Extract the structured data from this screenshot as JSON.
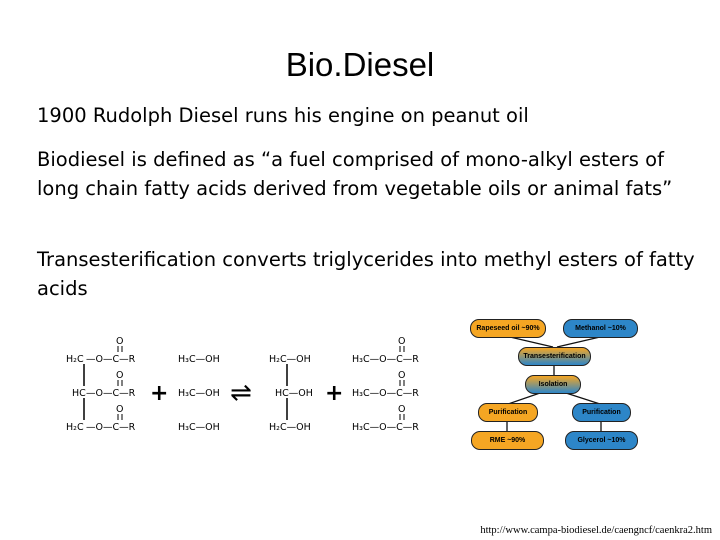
{
  "title": "Bio.Diesel",
  "bullets": [
    "1900 Rudolph Diesel runs his engine on peanut oil",
    "Biodiesel is defined as “a fuel comprised of mono-alkyl esters of long chain fatty acids derived from vegetable oils or animal fats”",
    "Transesterification converts triglycerides into methyl esters of fatty acids"
  ],
  "reaction": {
    "triglyceride": {
      "top": "H₂C",
      "mid": "HC",
      "bot": "H₂C",
      "ester": "—O—C—R",
      "oxygen": "O"
    },
    "methanol": [
      "H₃C—OH",
      "H₃C—OH",
      "H₃C—OH"
    ],
    "glycerol": {
      "top": "H₂C—OH",
      "mid": "HC—OH",
      "bot": "H₂C—OH"
    },
    "methyl_esters": [
      "H₃C—O—C—R",
      "H₃C—O—C—R",
      "H₃C—O—C—R"
    ],
    "plus": "+",
    "equilibrium": "⇌"
  },
  "flowchart": {
    "rapeseed": "Rapeseed oil ~90%",
    "methanol": "Methanol ~10%",
    "transesterification": "Transesterification",
    "isolation": "Isolation",
    "purification_left": "Purification",
    "purification_right": "Purification",
    "rme": "RME ~90%",
    "glycerol": "Glycerol ~10%",
    "colors": {
      "orange": "#f5a623",
      "blue": "#2d86c8"
    }
  },
  "source_url": "http://www.campa-biodiesel.de/caengncf/caenkra2.htm"
}
